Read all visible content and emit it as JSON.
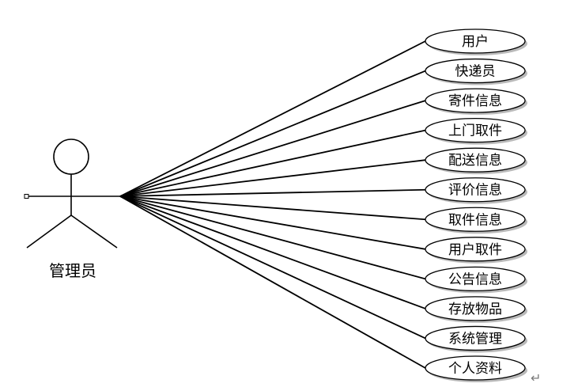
{
  "actor": {
    "name": "管理员"
  },
  "use_cases": [
    {
      "label": "用户"
    },
    {
      "label": "快递员"
    },
    {
      "label": "寄件信息"
    },
    {
      "label": "上门取件"
    },
    {
      "label": "配送信息"
    },
    {
      "label": "评价信息"
    },
    {
      "label": "取件信息"
    },
    {
      "label": "用户取件"
    },
    {
      "label": "公告信息"
    },
    {
      "label": "存放物品"
    },
    {
      "label": "系统管理"
    },
    {
      "label": "个人资料"
    }
  ],
  "decor": {
    "paragraph_mark": "↵"
  }
}
